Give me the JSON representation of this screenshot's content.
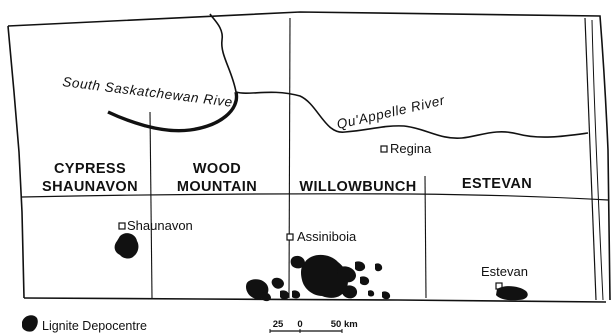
{
  "rivers": {
    "south_saskatchewan": "South Saskatchewan River",
    "quappelle": "Qu'Appelle River"
  },
  "regions": {
    "cypress_line1": "CYPRESS",
    "cypress_line2": "SHAUNAVON",
    "wood_line1": "WOOD",
    "wood_line2": "MOUNTAIN",
    "willowbunch": "WILLOWBUNCH",
    "estevan": "ESTEVAN"
  },
  "towns": {
    "regina": "Regina",
    "shaunavon": "Shaunavon",
    "assiniboia": "Assiniboia",
    "estevan": "Estevan"
  },
  "legend": {
    "label": "Lignite Depocentre"
  },
  "scale": {
    "left": "25",
    "middle": "0",
    "right": "50",
    "unit": "km"
  },
  "colors": {
    "ink": "#111111",
    "background": "#ffffff"
  }
}
